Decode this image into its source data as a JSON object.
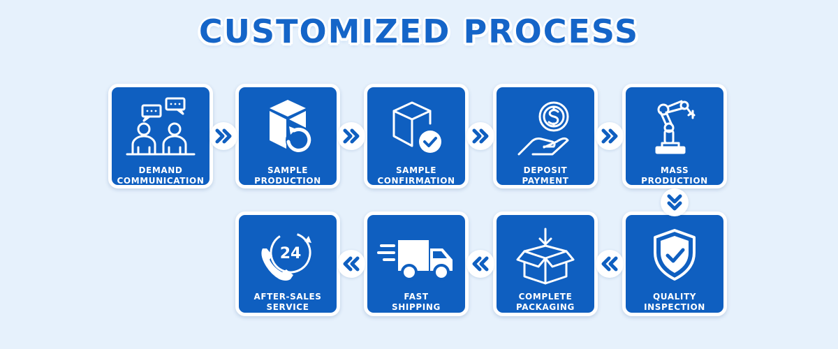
{
  "title": "CUSTOMIZED PROCESS",
  "colors": {
    "accent": "#0f5fc0",
    "background": "#e6f1fc",
    "card_border": "#ffffff"
  },
  "steps": [
    {
      "line1": "DEMAND",
      "line2": "COMMUNICATION",
      "icon": "people-chat-icon"
    },
    {
      "line1": "SAMPLE",
      "line2": "PRODUCTION",
      "icon": "box-return-icon"
    },
    {
      "line1": "SAMPLE",
      "line2": "CONFIRMATION",
      "icon": "box-check-icon"
    },
    {
      "line1": "DEPOSIT",
      "line2": "PAYMENT",
      "icon": "hand-coin-icon"
    },
    {
      "line1": "MASS",
      "line2": "PRODUCTION",
      "icon": "robot-arm-icon"
    },
    {
      "line1": "QUALITY",
      "line2": "INSPECTION",
      "icon": "shield-check-icon"
    },
    {
      "line1": "COMPLETE",
      "line2": "PACKAGING",
      "icon": "open-box-icon"
    },
    {
      "line1": "FAST",
      "line2": "SHIPPING",
      "icon": "truck-icon"
    },
    {
      "line1": "AFTER-SALES",
      "line2": "SERVICE",
      "icon": "phone-24-icon"
    }
  ],
  "service_hours": "24"
}
